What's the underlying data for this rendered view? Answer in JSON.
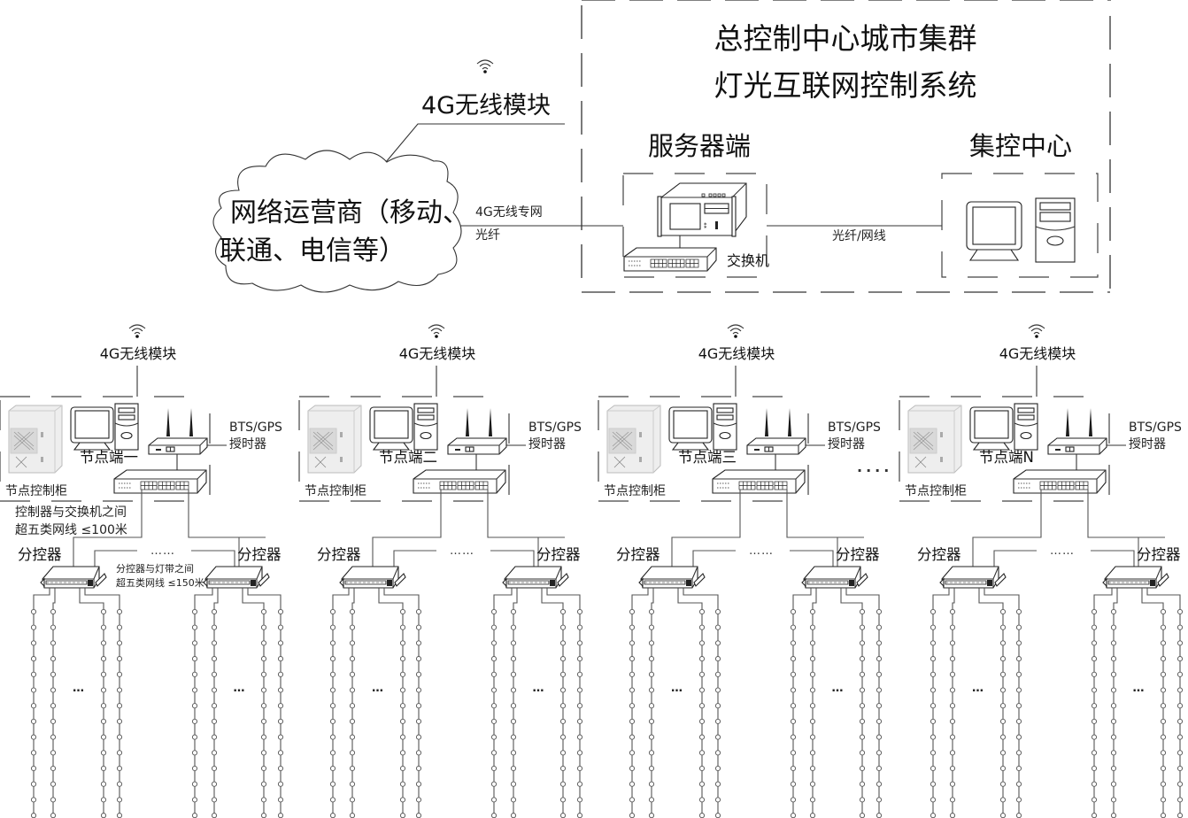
{
  "title": {
    "line1": "总控制中心城市集群",
    "line2": "灯光互联网控制系统"
  },
  "top": {
    "wireless_module": "4G无线模块",
    "cloud_line1": "网络运营商（移动、",
    "cloud_line2": "联通、电信等）",
    "link_wireless": "4G无线专网",
    "link_fiber": "光纤",
    "server_label": "服务器端",
    "switch_label": "交换机",
    "center_label": "集控中心",
    "center_link": "光纤/网线"
  },
  "nodes": [
    {
      "wireless": "4G无线模块",
      "terminal": "节点端一",
      "cabinet": "节点控制柜",
      "timer_line1": "BTS/GPS",
      "timer_line2": "授时器",
      "sub_left": "分控器",
      "sub_right": "分控器",
      "ellipsis": "……",
      "strip_ellipsis": "…"
    },
    {
      "wireless": "4G无线模块",
      "terminal": "节点端二",
      "cabinet": "节点控制柜",
      "timer_line1": "BTS/GPS",
      "timer_line2": "授时器",
      "sub_left": "分控器",
      "sub_right": "分控器",
      "ellipsis": "……",
      "strip_ellipsis": "…"
    },
    {
      "wireless": "4G无线模块",
      "terminal": "节点端三",
      "cabinet": "节点控制柜",
      "timer_line1": "BTS/GPS",
      "timer_line2": "授时器",
      "sub_left": "分控器",
      "sub_right": "分控器",
      "ellipsis": "……",
      "strip_ellipsis": "…"
    },
    {
      "wireless": "4G无线模块",
      "terminal": "节点端N",
      "cabinet": "节点控制柜",
      "timer_line1": "BTS/GPS",
      "timer_line2": "授时器",
      "sub_left": "分控器",
      "sub_right": "分控器",
      "ellipsis": "……",
      "strip_ellipsis": "…"
    }
  ],
  "notes": {
    "switch_note_line1": "控制器与交换机之间",
    "switch_note_line2": "超五类网线 ≤100米",
    "strip_note_line1": "分控器与灯带之间",
    "strip_note_line2": "超五类网线 ≤150米"
  },
  "between_nodes_ellipsis": "....",
  "icons": {
    "wifi": "wifi-signal-icon",
    "server": "rack-server-icon",
    "switch": "network-switch-icon",
    "desktop": "desktop-computer-icon",
    "cabinet": "control-cabinet-icon",
    "router": "antenna-router-icon",
    "sub_controller": "sub-controller-icon",
    "lamp": "led-lamp-icon"
  },
  "lamps_per_strip": 14
}
